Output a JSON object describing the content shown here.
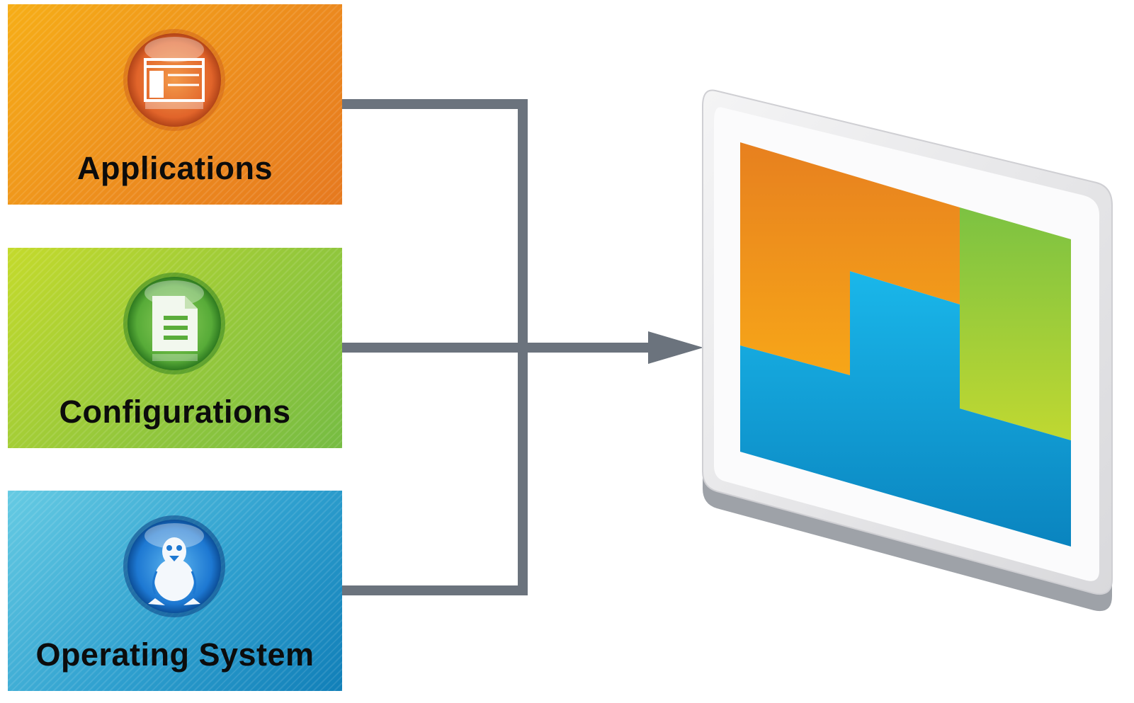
{
  "components": [
    {
      "label": "Applications",
      "icon": "application-window-icon",
      "color": "#ec8a1e"
    },
    {
      "label": "Configurations",
      "icon": "document-icon",
      "color": "#95c83b"
    },
    {
      "label": "Operating System",
      "icon": "linux-penguin-icon",
      "color": "#2fa0cf"
    }
  ],
  "connector_color": "#6b737d",
  "result_icon": "virtual-machine-image-icon",
  "result_colors": [
    "#f39a1b",
    "#8cc63f",
    "#00aeef",
    "#e8e8ea"
  ]
}
